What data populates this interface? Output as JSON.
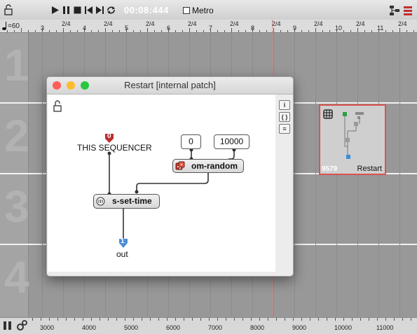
{
  "transport": {
    "timecode": "00:08:444",
    "metro_label": "Metro"
  },
  "ruler": {
    "tempo_label": "=60",
    "top_labels": [
      "3",
      "2/4",
      "4",
      "2/4",
      "5",
      "2/4",
      "6",
      "2/4",
      "7",
      "2/4",
      "8",
      "2/4",
      "9",
      "2/4",
      "10",
      "2/4",
      "11",
      "2/4"
    ],
    "bottom_labels": [
      "3000",
      "4000",
      "5000",
      "6000",
      "7000",
      "8000",
      "9000",
      "10000",
      "11000"
    ]
  },
  "tracks": {
    "numbers": [
      "1",
      "2",
      "3",
      "4"
    ]
  },
  "window": {
    "title": "Restart  [internal patch]",
    "sidebar": {
      "info": "i",
      "paren": "( )",
      "list": "≡"
    },
    "patch": {
      "inlet_number": "0",
      "inlet_label": "THIS SEQUENCER",
      "val_zero": "0",
      "val_max": "10000",
      "random_label": "om-random",
      "settime_label": "s-set-time",
      "outlet_number": "1",
      "outlet_label": "out"
    }
  },
  "mini": {
    "label": "Restart",
    "number": "9579"
  },
  "colors": {
    "close": "#fe5f57",
    "minimize": "#febc2e",
    "zoom": "#28c840",
    "inlet_red": "#b83030",
    "outlet_blue": "#4a90d6",
    "mini_border": "#d9534f"
  }
}
